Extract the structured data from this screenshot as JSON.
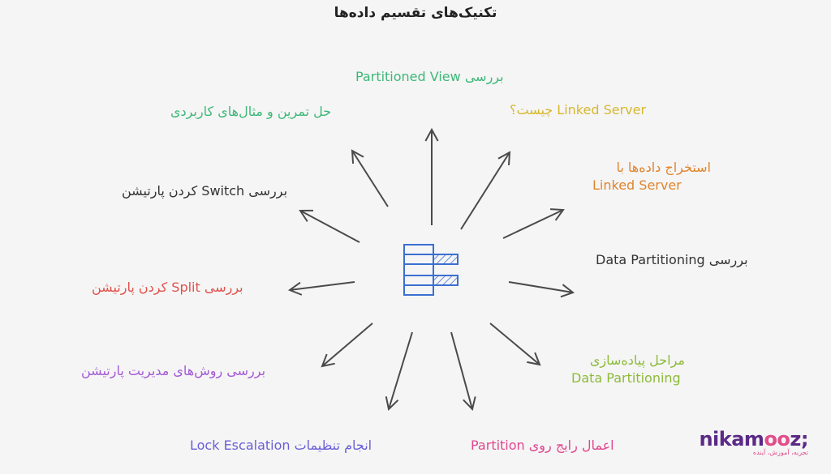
{
  "title": "تکنیک‌های تقسیم داده‌ها",
  "colors": {
    "arrow": "#4a4a4a",
    "center_icon": "#3b6fd1",
    "green": "#3cb878",
    "yellow": "#d6b82f",
    "orange": "#e0852c",
    "dark": "#333333",
    "lime": "#8dbb3a",
    "pink": "#e0478f",
    "indigo": "#6a5fd8",
    "purple": "#a35ad6",
    "red": "#e2504a"
  },
  "center_icon": "partition-table-icon",
  "topics": [
    {
      "id": "partitioned-view",
      "text": "بررسی Partitioned View"
    },
    {
      "id": "linked-server",
      "text": "Linked Server چیست؟"
    },
    {
      "id": "extract-linked",
      "line1": "استخراج داده‌ها با",
      "line2": "Linked Server"
    },
    {
      "id": "data-partitioning",
      "text": "بررسی Data Partitioning"
    },
    {
      "id": "impl-steps",
      "line1": "مراحل پیاده‌سازی",
      "line2": "Data Partitioning"
    },
    {
      "id": "apply-partition",
      "text": "اعمال رایج روی Partition"
    },
    {
      "id": "lock-escalation",
      "text": "انجام تنظیمات Lock Escalation"
    },
    {
      "id": "mgmt-methods",
      "text": "بررسی روش‌های مدیریت پارتیشن"
    },
    {
      "id": "split",
      "text": "بررسی Split کردن پارتیشن"
    },
    {
      "id": "switch",
      "text": "بررسی  Switch کردن پارتیشن"
    },
    {
      "id": "exercises",
      "text": "حل تمرین و مثال‌های کاربردی"
    }
  ],
  "logo": {
    "name": "nikamooz;",
    "tagline": "تجربه، آموزش، آینده"
  }
}
